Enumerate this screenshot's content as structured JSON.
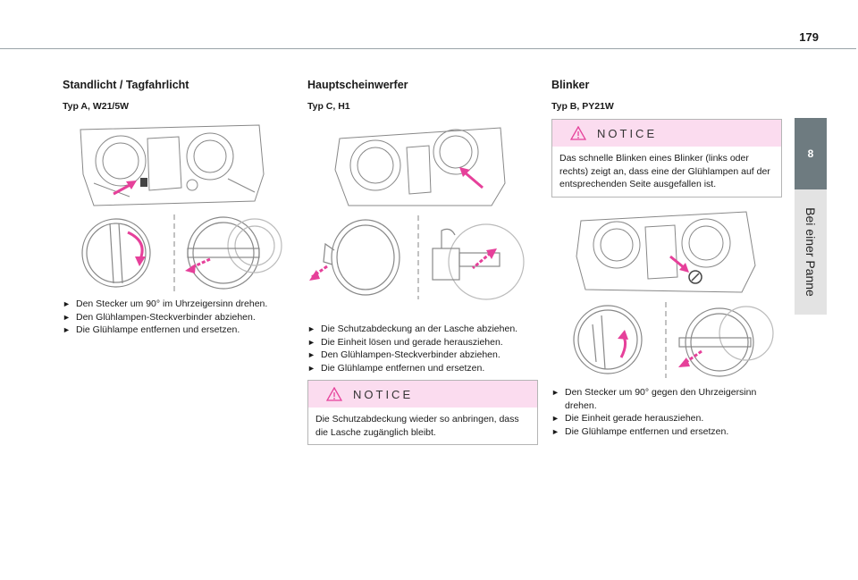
{
  "page": {
    "number": "179"
  },
  "side_tab": {
    "chapter_number": "8",
    "chapter_title": "Bei einer Panne"
  },
  "columns": [
    {
      "title": "Standlicht / Tagfahrlicht",
      "subtitle": "Typ A, W21/5W",
      "steps": [
        "Den Stecker um 90° im Uhrzeigersinn drehen.",
        "Den Glühlampen-Steckverbinder abziehen.",
        "Die Glühlampe entfernen und ersetzen."
      ]
    },
    {
      "title": "Hauptscheinwerfer",
      "subtitle": "Typ C, H1",
      "steps": [
        "Die Schutzabdeckung an der Lasche abziehen.",
        "Die Einheit lösen und gerade herausziehen.",
        "Den Glühlampen-Steckverbinder abziehen.",
        "Die Glühlampe entfernen und ersetzen."
      ],
      "notice": {
        "title": "NOTICE",
        "text": "Die Schutzabdeckung wieder so anbringen, dass die Lasche zugänglich bleibt."
      }
    },
    {
      "title": "Blinker",
      "subtitle": "Typ B, PY21W",
      "notice": {
        "title": "NOTICE",
        "text": "Das schnelle Blinken eines Blinker (links oder rechts) zeigt an, dass eine der Glühlampen auf der entsprechenden Seite ausgefallen ist."
      },
      "steps": [
        "Den Stecker um 90° gegen den Uhrzeigersinn drehen.",
        "Die Einheit gerade herausziehen.",
        "Die Glühlampe entfernen und ersetzen."
      ]
    }
  ],
  "colors": {
    "accent_magenta": "#e6409a",
    "notice_header_pink": "#fbdcef",
    "side_tab_gray": "#6e7b80"
  }
}
